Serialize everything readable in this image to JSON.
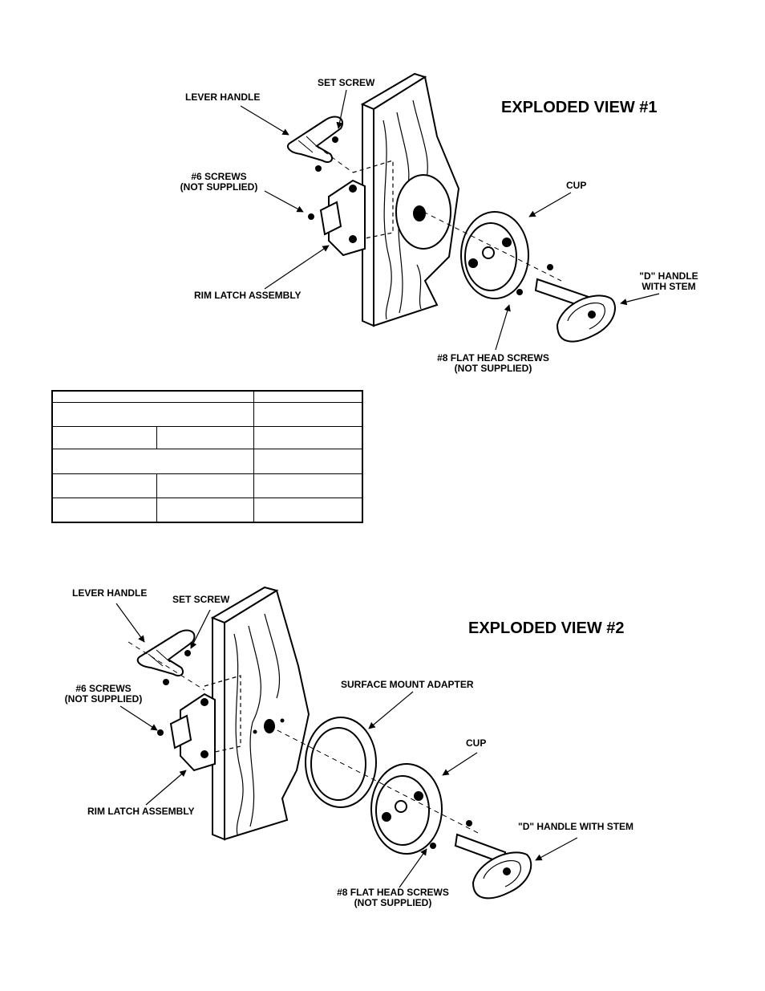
{
  "view1": {
    "title": "EXPLODED VIEW #1",
    "labels": {
      "lever_handle": "LEVER HANDLE",
      "set_screw": "SET SCREW",
      "screws6_line1": "#6 SCREWS",
      "screws6_line2": "(NOT SUPPLIED)",
      "rim_latch": "RIM LATCH ASSEMBLY",
      "cup": "CUP",
      "d_handle_line1": "\"D\" HANDLE",
      "d_handle_line2": "WITH STEM",
      "screws8_line1": "#8 FLAT HEAD SCREWS",
      "screws8_line2": "(NOT SUPPLIED)"
    }
  },
  "view2": {
    "title": "EXPLODED VIEW #2",
    "labels": {
      "lever_handle": "LEVER HANDLE",
      "set_screw": "SET SCREW",
      "screws6_line1": "#6 SCREWS",
      "screws6_line2": "(NOT SUPPLIED)",
      "surface_adapter": "SURFACE MOUNT ADAPTER",
      "cup": "CUP",
      "rim_latch": "RIM LATCH ASSEMBLY",
      "d_handle": "\"D\"  HANDLE WITH STEM",
      "screws8_line1": "#8 FLAT HEAD SCREWS",
      "screws8_line2": "(NOT SUPPLIED)"
    }
  },
  "table": {
    "rows": [
      [
        "",
        ""
      ],
      [
        "",
        ""
      ],
      [
        "",
        "",
        ""
      ],
      [
        "",
        ""
      ],
      [
        "",
        "",
        ""
      ],
      [
        "",
        "",
        ""
      ]
    ]
  }
}
